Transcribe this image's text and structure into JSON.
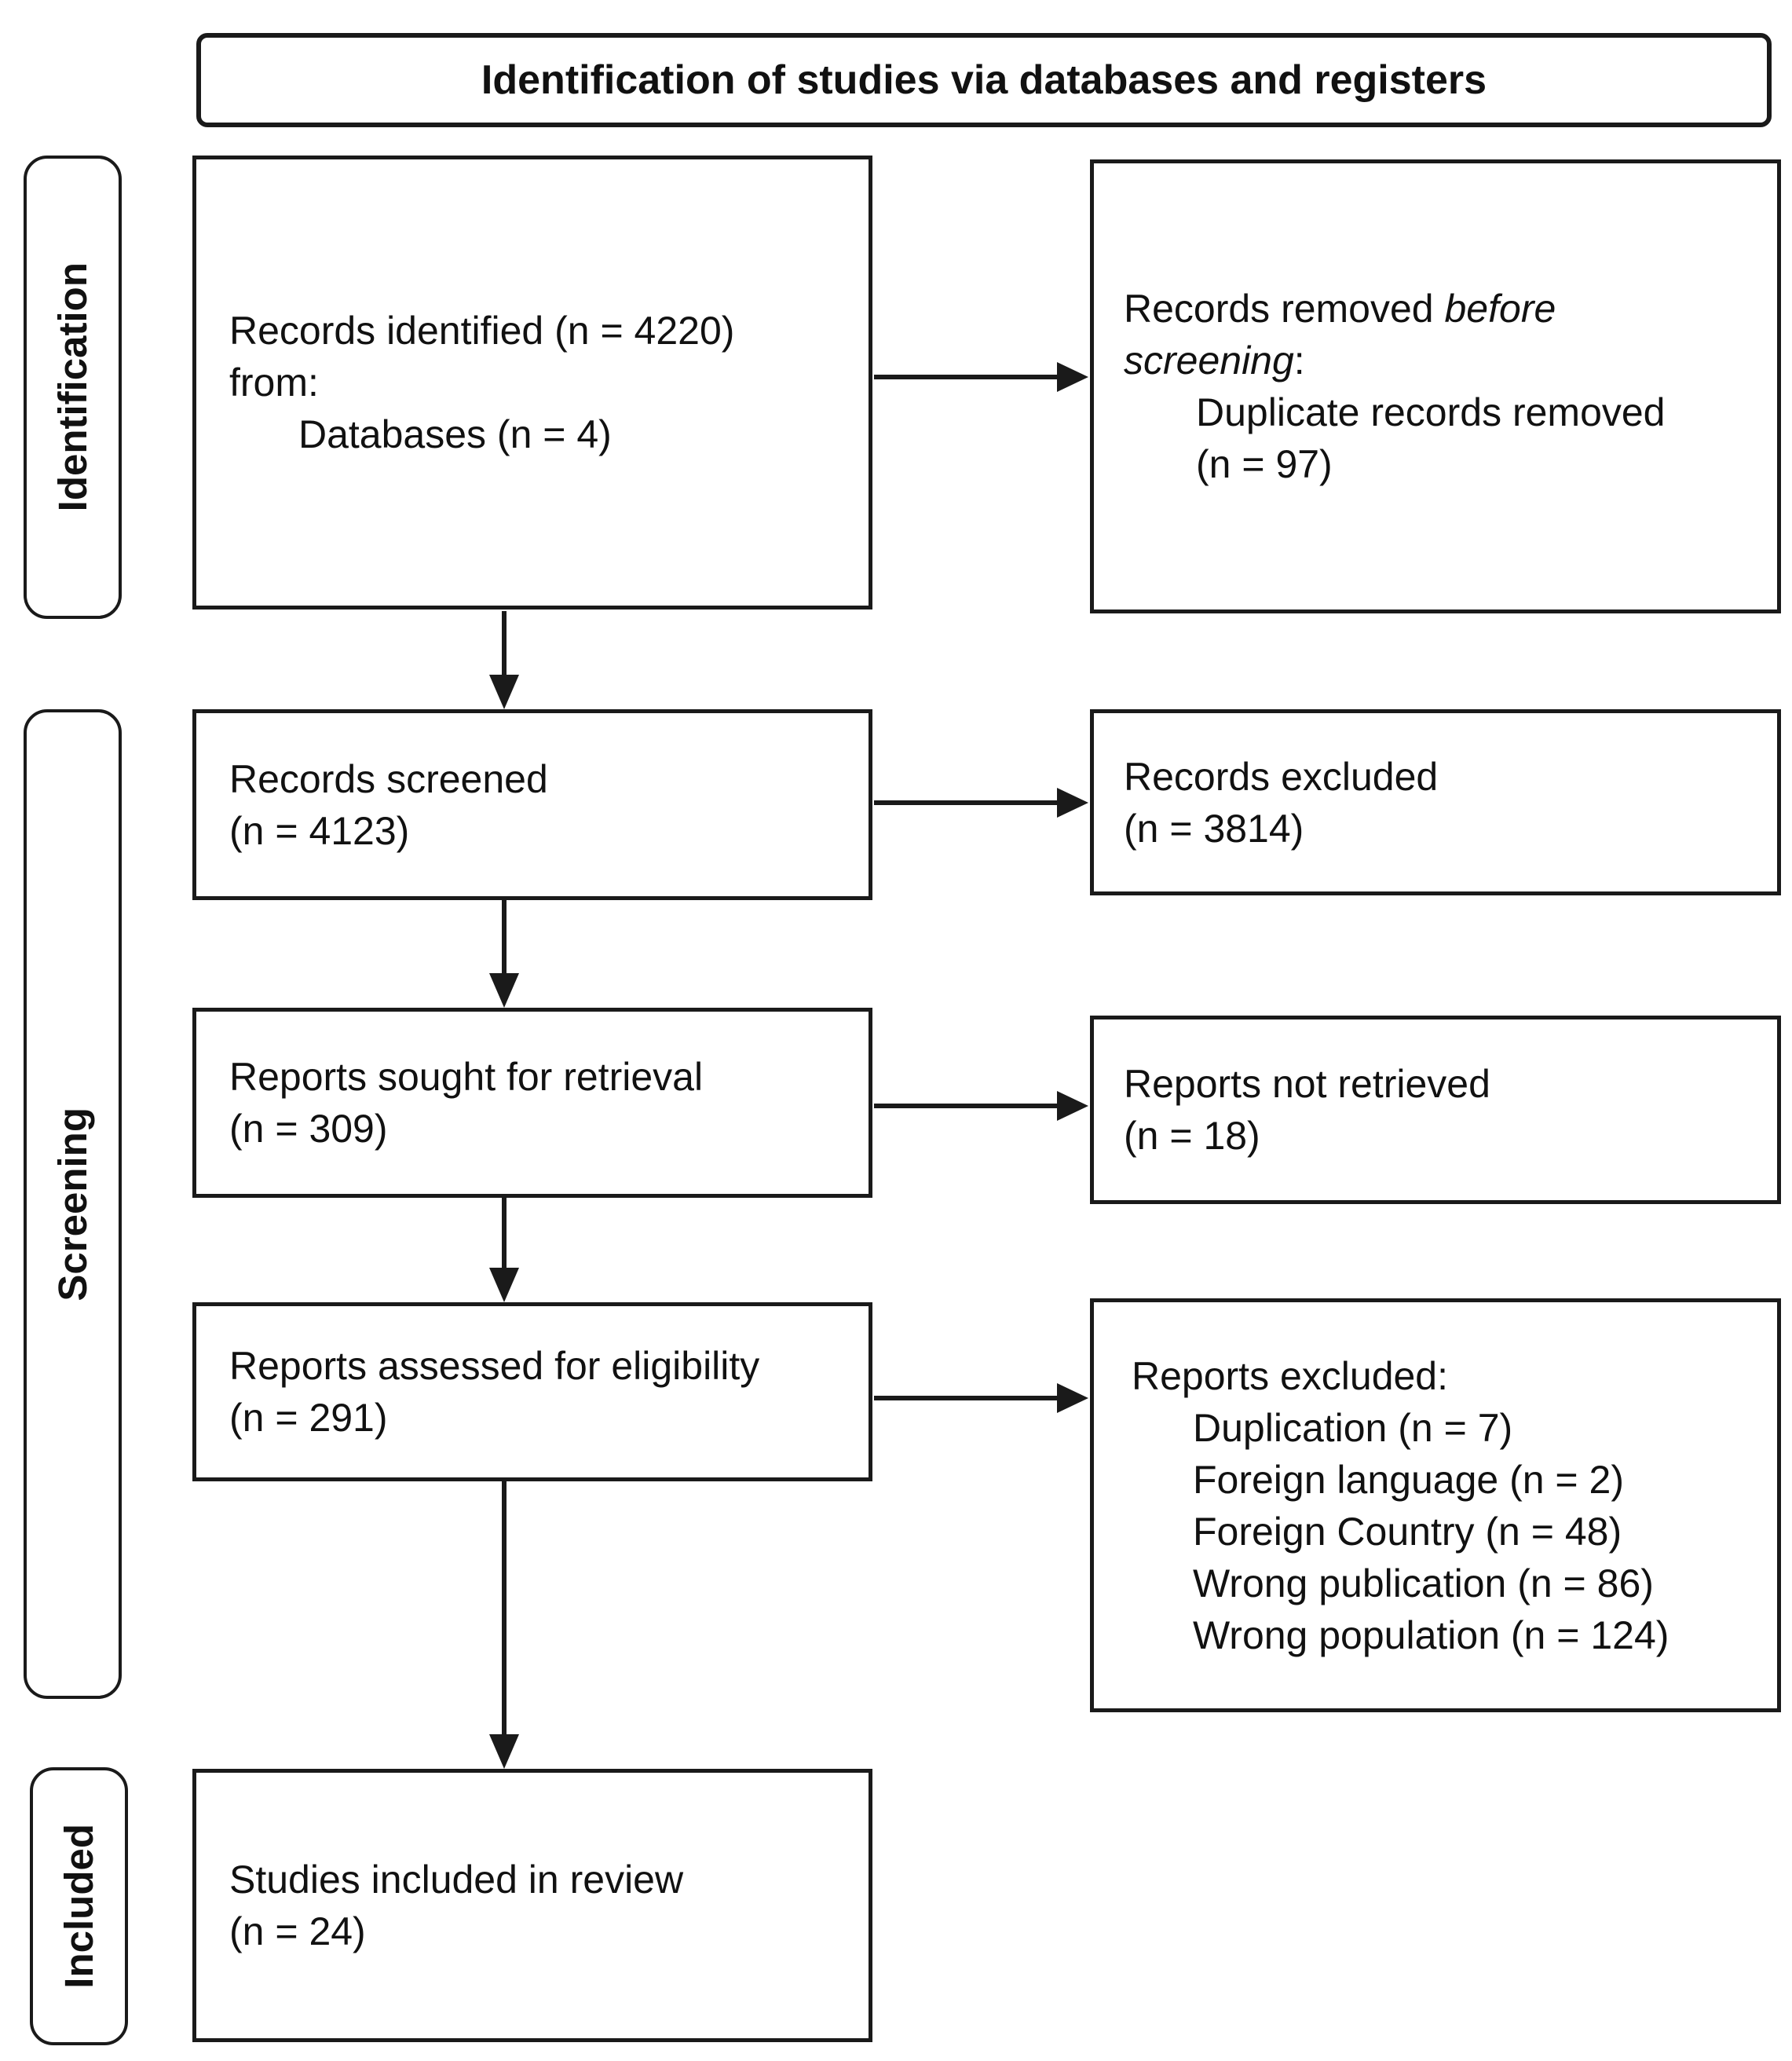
{
  "diagram": {
    "title": "Identification of studies via databases and registers",
    "stages": {
      "identification": "Identification",
      "screening": "Screening",
      "included": "Included"
    },
    "boxes": {
      "records_identified": {
        "line1": "Records identified (n = 4220)",
        "line2": "from:",
        "item1": "Databases (n = 4)"
      },
      "records_removed": {
        "line1_regular": "Records removed ",
        "line1_italic": "before",
        "line2_italic": "screening",
        "line2_regular": ":",
        "item1_line1": "Duplicate records removed",
        "item1_line2": "(n = 97)"
      },
      "records_screened": {
        "line1": "Records screened",
        "line2": "(n = 4123)"
      },
      "records_excluded": {
        "line1": "Records excluded",
        "line2": "(n = 3814)"
      },
      "reports_sought": {
        "line1": "Reports sought for retrieval",
        "line2": "(n = 309)"
      },
      "reports_not_retrieved": {
        "line1": "Reports not retrieved",
        "line2": "(n = 18)"
      },
      "reports_assessed": {
        "line1": "Reports assessed for eligibility",
        "line2": "(n = 291)"
      },
      "reports_excluded": {
        "header": "Reports excluded:",
        "items": [
          "Duplication (n = 7)",
          "Foreign language (n = 2)",
          "Foreign Country (n = 48)",
          "Wrong publication (n = 86)",
          "Wrong population (n = 124)"
        ]
      },
      "studies_included": {
        "line1": "Studies included in review",
        "line2": "(n = 24)"
      }
    },
    "colors": {
      "ink": "#1a1a1a",
      "background": "#ffffff"
    }
  }
}
